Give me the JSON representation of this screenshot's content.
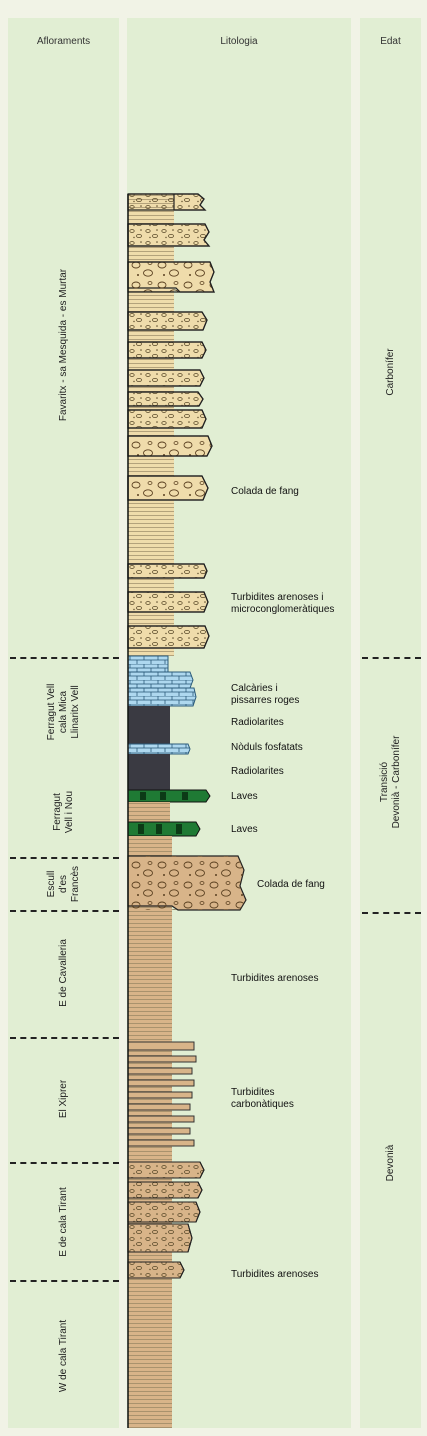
{
  "headers": {
    "aflorament": "Afloraments",
    "litologia": "Litologia",
    "edat": "Edat"
  },
  "outcrops": [
    {
      "lines": [
        "Favaritx - sa Mesquida - es Murtar"
      ]
    },
    {
      "lines": [
        "Ferragut Vell",
        "cala Mica",
        "Llinaritx Vell"
      ]
    },
    {
      "lines": [
        "Ferragut",
        "Vell i Nou"
      ]
    },
    {
      "lines": [
        "Escull",
        "d'es",
        "Francès"
      ]
    },
    {
      "lines": [
        "E de Cavalleria"
      ]
    },
    {
      "lines": [
        "El Xiprer"
      ]
    },
    {
      "lines": [
        "E de cala Tirant"
      ]
    },
    {
      "lines": [
        "W de cala Tirant"
      ]
    }
  ],
  "ages": [
    {
      "lines": [
        "Carbonífer"
      ]
    },
    {
      "lines": [
        "Transició",
        "Devonià - Carbonífer"
      ]
    },
    {
      "lines": [
        "Devonià"
      ]
    }
  ],
  "lithology_labels": [
    {
      "lines": [
        "Colada de fang"
      ]
    },
    {
      "lines": [
        "Turbidites arenoses i",
        "microconglomeràtiques"
      ]
    },
    {
      "lines": [
        "Calcàries i",
        "pissarres roges"
      ]
    },
    {
      "lines": [
        "Radiolarites"
      ]
    },
    {
      "lines": [
        "Nòduls fosfatats"
      ]
    },
    {
      "lines": [
        "Radiolarites"
      ]
    },
    {
      "lines": [
        "Laves"
      ]
    },
    {
      "lines": [
        "Laves"
      ]
    },
    {
      "lines": [
        "Colada de fang"
      ]
    },
    {
      "lines": [
        "Turbidites arenoses"
      ]
    },
    {
      "lines": [
        "Turbidites",
        "carbonàtiques"
      ]
    },
    {
      "lines": [
        "Turbidites arenoses"
      ]
    }
  ],
  "colors": {
    "sand_light": "#efdcab",
    "sand_tan": "#d8b489",
    "limestone_blue": "#aed8ef",
    "radiolarite": "#3a3a42",
    "lava_green": "#1f7a34",
    "panel_green": "#e1eed3"
  }
}
